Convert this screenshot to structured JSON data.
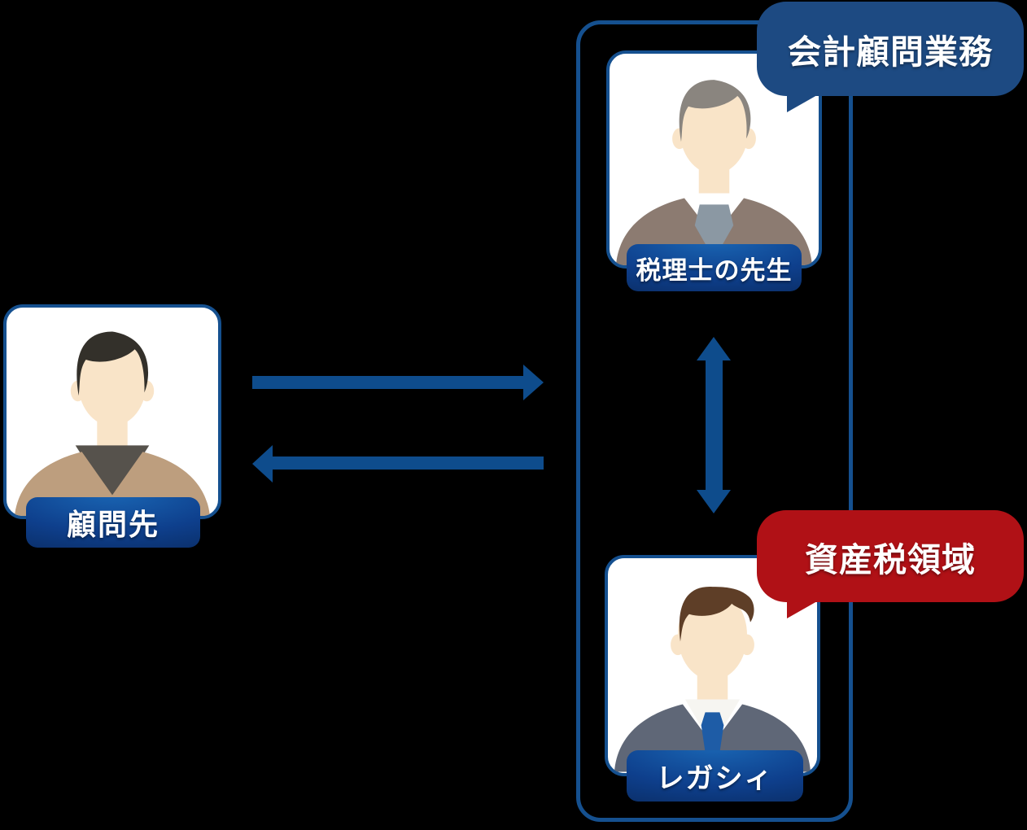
{
  "diagram": {
    "description_role": "relationship-diagram"
  },
  "colors": {
    "background": "#000000",
    "accent_blue": "#15508f",
    "arrow_blue": "#0e4c8c",
    "bubble_navy": "#1d4a82",
    "bubble_red": "#b01116",
    "card_bg": "#ffffff",
    "label_text": "#ffffff",
    "label_gradient_light": "#1a67b5",
    "label_gradient_mid": "#0e3f8c",
    "label_gradient_dark": "#08234f"
  },
  "cards": {
    "client": {
      "label": "顧問先"
    },
    "tax_accountant": {
      "label": "税理士の先生"
    },
    "legacy": {
      "label": "レガシィ"
    }
  },
  "bubbles": {
    "accounting": {
      "label": "会計顧問業務",
      "color": "#1d4a82"
    },
    "asset_tax": {
      "label": "資産税領域",
      "color": "#b01116"
    }
  },
  "icons": {
    "right_arrow": "right-arrow-icon",
    "left_arrow": "left-arrow-icon",
    "vertical_double_arrow": "vertical-double-arrow-icon",
    "client_person": "client-person-icon",
    "tax_accountant_person": "tax-accountant-person-icon",
    "legacy_person": "legacy-person-icon"
  },
  "persons": {
    "client": {
      "avatar_colors": {
        "hair": "#33302a",
        "face": "#f9e4c8",
        "body": "#bd9e7e",
        "inner": "#56524c"
      }
    },
    "tax_accountant": {
      "avatar_colors": {
        "hair": "#8a857f",
        "face": "#f9e4c8",
        "body": "#8c7b71",
        "shirt": "#ffffff",
        "tie": "#8b98a3"
      }
    },
    "legacy": {
      "avatar_colors": {
        "hair": "#5e3e27",
        "face": "#f9e4c8",
        "body": "#5f6777",
        "shirt": "#f6f5f1",
        "tie": "#1e5ca6"
      }
    }
  }
}
